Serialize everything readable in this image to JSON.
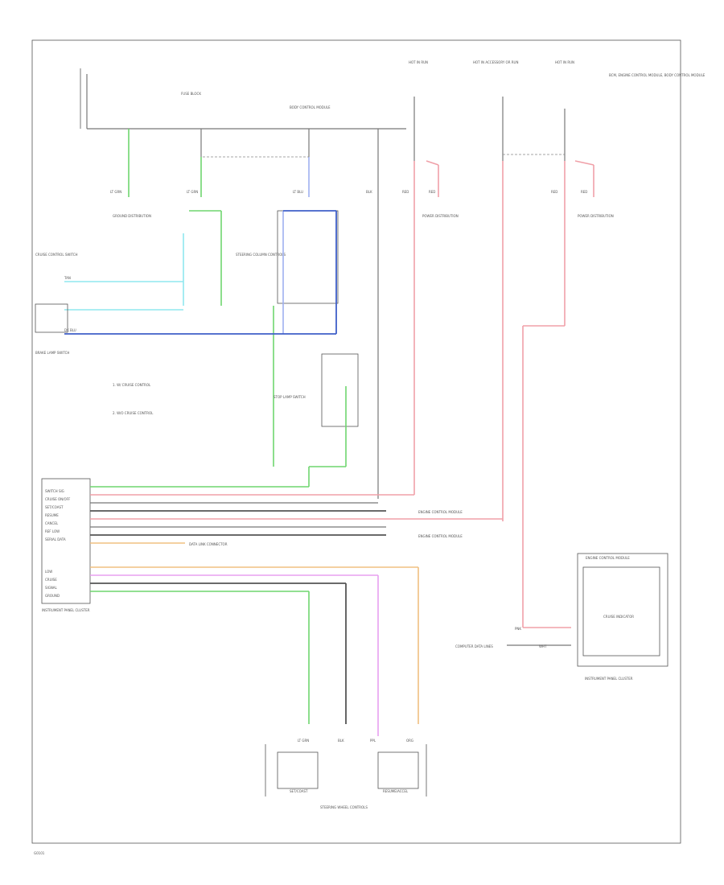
{
  "diagram_id": "G0101",
  "labels": {
    "hot_run_left": "HOT IN RUN",
    "hot_run_mid": "HOT IN ACCESSORY OR RUN",
    "hot_run_right": "HOT IN RUN",
    "legend": "BCM, ENGINE CONTROL MODULE, BODY CONTROL MODULE",
    "fuse_block": "FUSE BLOCK",
    "body_control": "BODY CONTROL MODULE",
    "instrument_cluster": "INSTRUMENT PANEL CLUSTER",
    "steering_column": "STEERING COLUMN CONTROLS",
    "steering_wheel": "STEERING WHEEL CONTROLS",
    "cruise_switch": "CRUISE CONTROL SWITCH",
    "brake_switch": "BRAKE LAMP SWITCH",
    "stop_lamp": "STOP LAMP SWITCH",
    "ground_left": "GROUND DISTRIBUTION",
    "ground_mid": "POWER DISTRIBUTION",
    "ground_right": "POWER DISTRIBUTION",
    "data_link": "DATA LINK CONNECTOR",
    "ecm": "ENGINE CONTROL MODULE",
    "computer_data": "COMPUTER DATA LINES",
    "cruise_indicator": "CRUISE INDICATOR",
    "on_off": "ON/OFF",
    "set_coast": "SET/COAST",
    "resume": "RESUME/ACCEL",
    "cancel": "CANCEL",
    "note_1": "1. W/ CRUISE CONTROL",
    "note_2": "2. W/O CRUISE CONTROL",
    "pin_labels": [
      "SWITCH SIG",
      "CRUISE ON/OFF",
      "SET/COAST",
      "RESUME",
      "CANCEL",
      "REF LOW",
      "SERIAL DATA"
    ],
    "pin_labels_low": [
      "LOW",
      "CRUISE",
      "SIGNAL",
      "GROUND"
    ],
    "wire_labels": {
      "lt_grn": "LT GRN",
      "blk": "BLK",
      "red": "RED",
      "ppl": "PPL",
      "org": "ORG",
      "dk_blu": "DK BLU",
      "lt_blu": "LT BLU",
      "pnk": "PNK",
      "tan": "TAN",
      "wht": "WHT"
    }
  }
}
